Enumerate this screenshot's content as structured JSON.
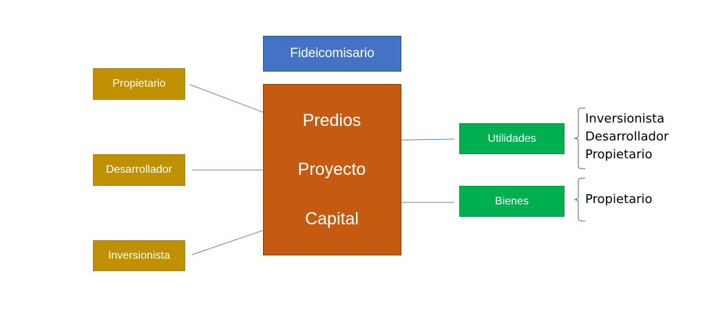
{
  "top_box": {
    "label": "Fideicomisario",
    "color": "#4472c4"
  },
  "central_box": {
    "color": "#c55a11",
    "items": [
      "Predios",
      "Proyecto",
      "Capital"
    ]
  },
  "left_boxes": {
    "color": "#bf9000",
    "items": [
      "Propietario",
      "Desarrollador",
      "Inversionista"
    ]
  },
  "right_boxes": {
    "color": "#00b050",
    "items": [
      {
        "label": "Utilidades",
        "recipients": [
          "Inversionista",
          "Desarrollador",
          "Propietario"
        ]
      },
      {
        "label": "Bienes",
        "recipients": [
          "Propietario"
        ]
      }
    ]
  }
}
